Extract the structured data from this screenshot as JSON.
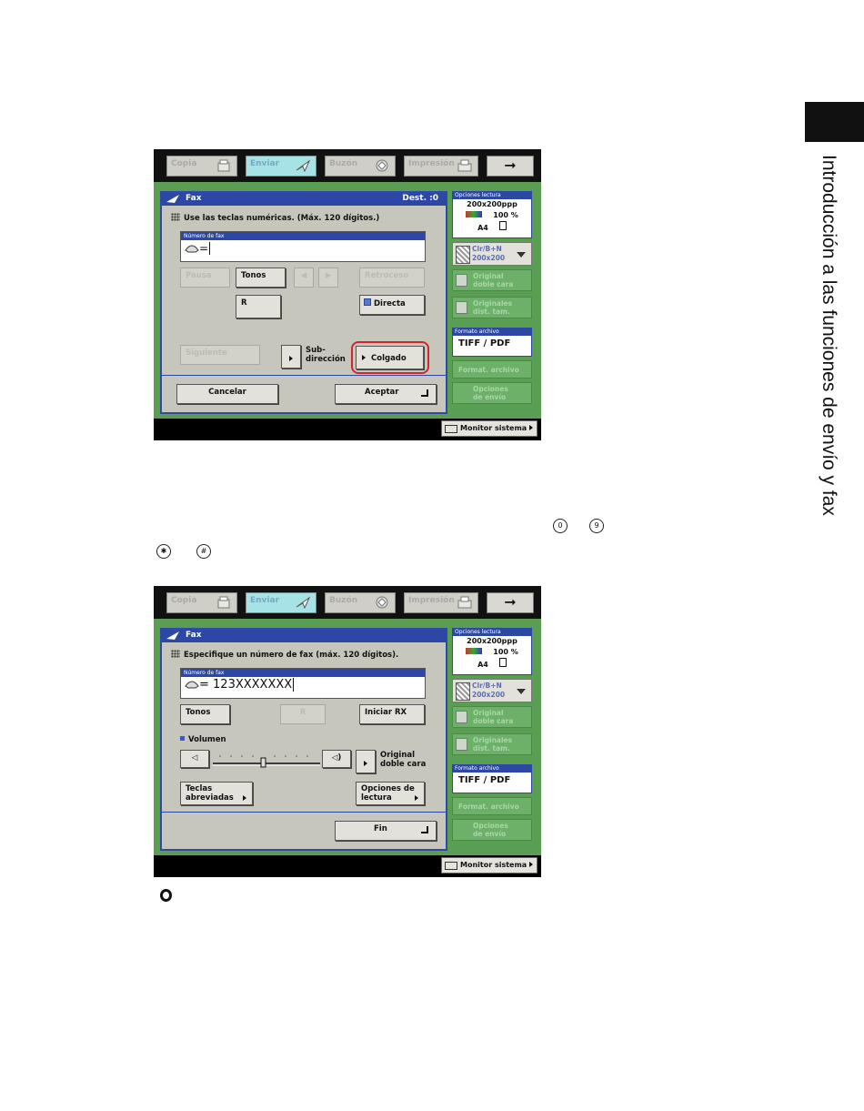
{
  "side_title": "Introducción a las funciones de envío y fax",
  "screens": [
    {
      "tabs": [
        "Copia",
        "Enviar",
        "Buzón",
        "Impresión"
      ],
      "header_title": "Fax",
      "header_dest": "Dest. :0",
      "instruction": "Use las teclas numéricas. (Máx. 120 dígitos.)",
      "field_label": "Número de fax",
      "field_value": "=",
      "buttons": {
        "pausa": "Pausa",
        "tonos": "Tonos",
        "retroceso": "Retroceso",
        "r": "R",
        "directa": "Directa",
        "siguiente": "Siguiente",
        "subdireccion": "Sub-\ndirección",
        "colgado": "Colgado",
        "cancelar": "Cancelar",
        "aceptar": "Aceptar"
      },
      "right_panel": {
        "opciones_lectura": "Opciones lectura",
        "resolution": "200x200ppp",
        "zoom": "100 %",
        "paper": "A4",
        "mode": "Clr/B+N\n200x200",
        "original_doble": "Original\ndoble cara",
        "originales_dist": "Originales\ndist. tam.",
        "formato_label": "Formato archivo",
        "formato_value": "TIFF / PDF",
        "formato_btn": "Format. archivo",
        "opciones_envio": "Opciones\nde envío"
      },
      "monitor": "Monitor sistema"
    },
    {
      "tabs": [
        "Copia",
        "Enviar",
        "Buzón",
        "Impresión"
      ],
      "header_title": "Fax",
      "instruction": "Especifique un número de fax (máx. 120 dígitos).",
      "field_label": "Número de fax",
      "field_value": "= 123XXXXXXX",
      "buttons": {
        "tonos": "Tonos",
        "r": "R",
        "iniciar_rx": "Iniciar RX",
        "volumen": "Volumen",
        "original_doble": "Original\ndoble cara",
        "teclas": "Teclas\nabreviadas",
        "opciones_lectura": "Opciones de\nlectura",
        "fin": "Fin"
      },
      "right_panel": {
        "opciones_lectura": "Opciones lectura",
        "resolution": "200x200ppp",
        "zoom": "100 %",
        "paper": "A4",
        "mode": "Clr/B+N\n200x200",
        "original_doble": "Original\ndoble cara",
        "originales_dist": "Originales\ndist. tam.",
        "formato_label": "Formato archivo",
        "formato_value": "TIFF / PDF",
        "formato_btn": "Format. archivo",
        "opciones_envio": "Opciones\nde envío"
      },
      "monitor": "Monitor sistema"
    }
  ],
  "keys": {
    "k0": "0",
    "k9": "9",
    "star": "✱",
    "hash": "#"
  }
}
